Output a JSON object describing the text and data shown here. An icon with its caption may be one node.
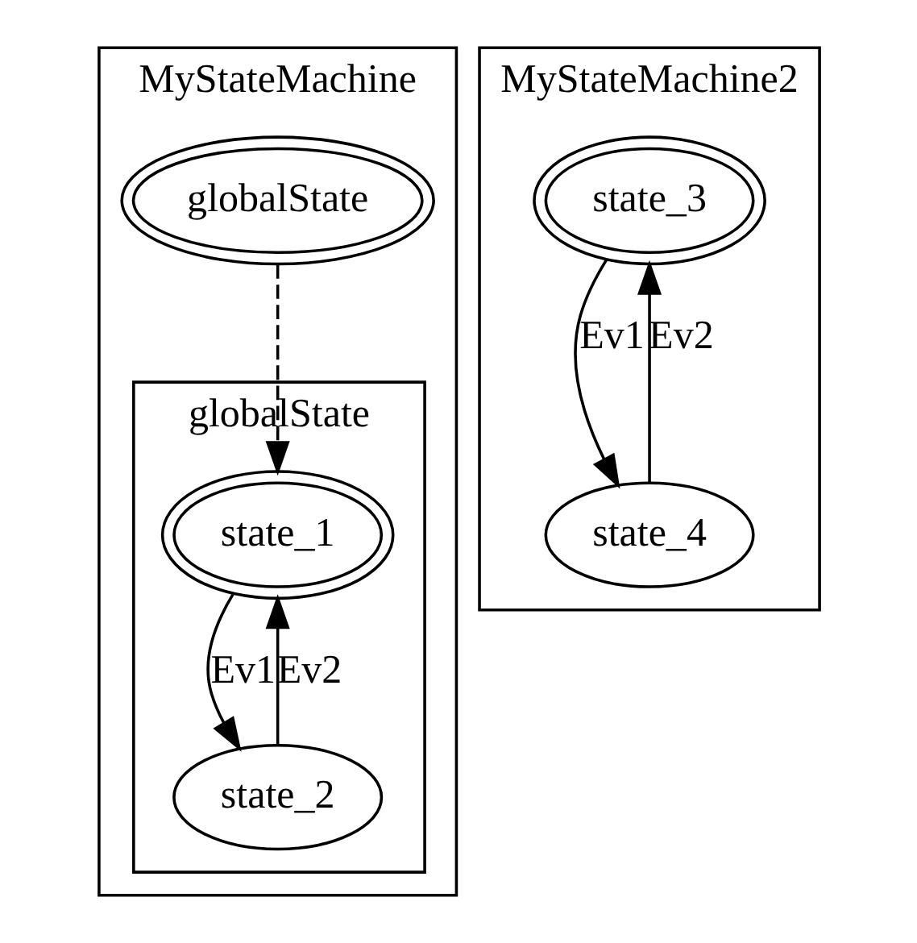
{
  "diagram": {
    "nodes": [
      {
        "text": [
          "MyStateMachine"
        ]
      },
      {
        "text": [
          "globalState"
        ],
        "in": 0
      },
      {
        "text": [
          "globalState"
        ],
        "in": 0
      },
      {
        "text": [
          "state_1"
        ],
        "in": 2
      },
      {
        "text": [
          "state_2"
        ],
        "in": 2
      },
      {
        "text": [
          "MyStateMachine2"
        ]
      },
      {
        "text": [
          "state_3"
        ],
        "in": 5
      },
      {
        "text": [
          "state_4"
        ],
        "in": 5
      }
    ],
    "edges": [
      {
        "from": 1,
        "to": 3,
        "arrow": "to",
        "style": "dashed"
      },
      {
        "from": 3,
        "to": 4,
        "arrow": "to",
        "label": "Ev1"
      },
      {
        "from": 4,
        "to": 3,
        "arrow": "to",
        "label": "Ev2"
      },
      {
        "from": 6,
        "to": 7,
        "arrow": "to",
        "label": "Ev1"
      },
      {
        "from": 7,
        "to": 6,
        "arrow": "to",
        "label": "Ev2"
      }
    ]
  }
}
